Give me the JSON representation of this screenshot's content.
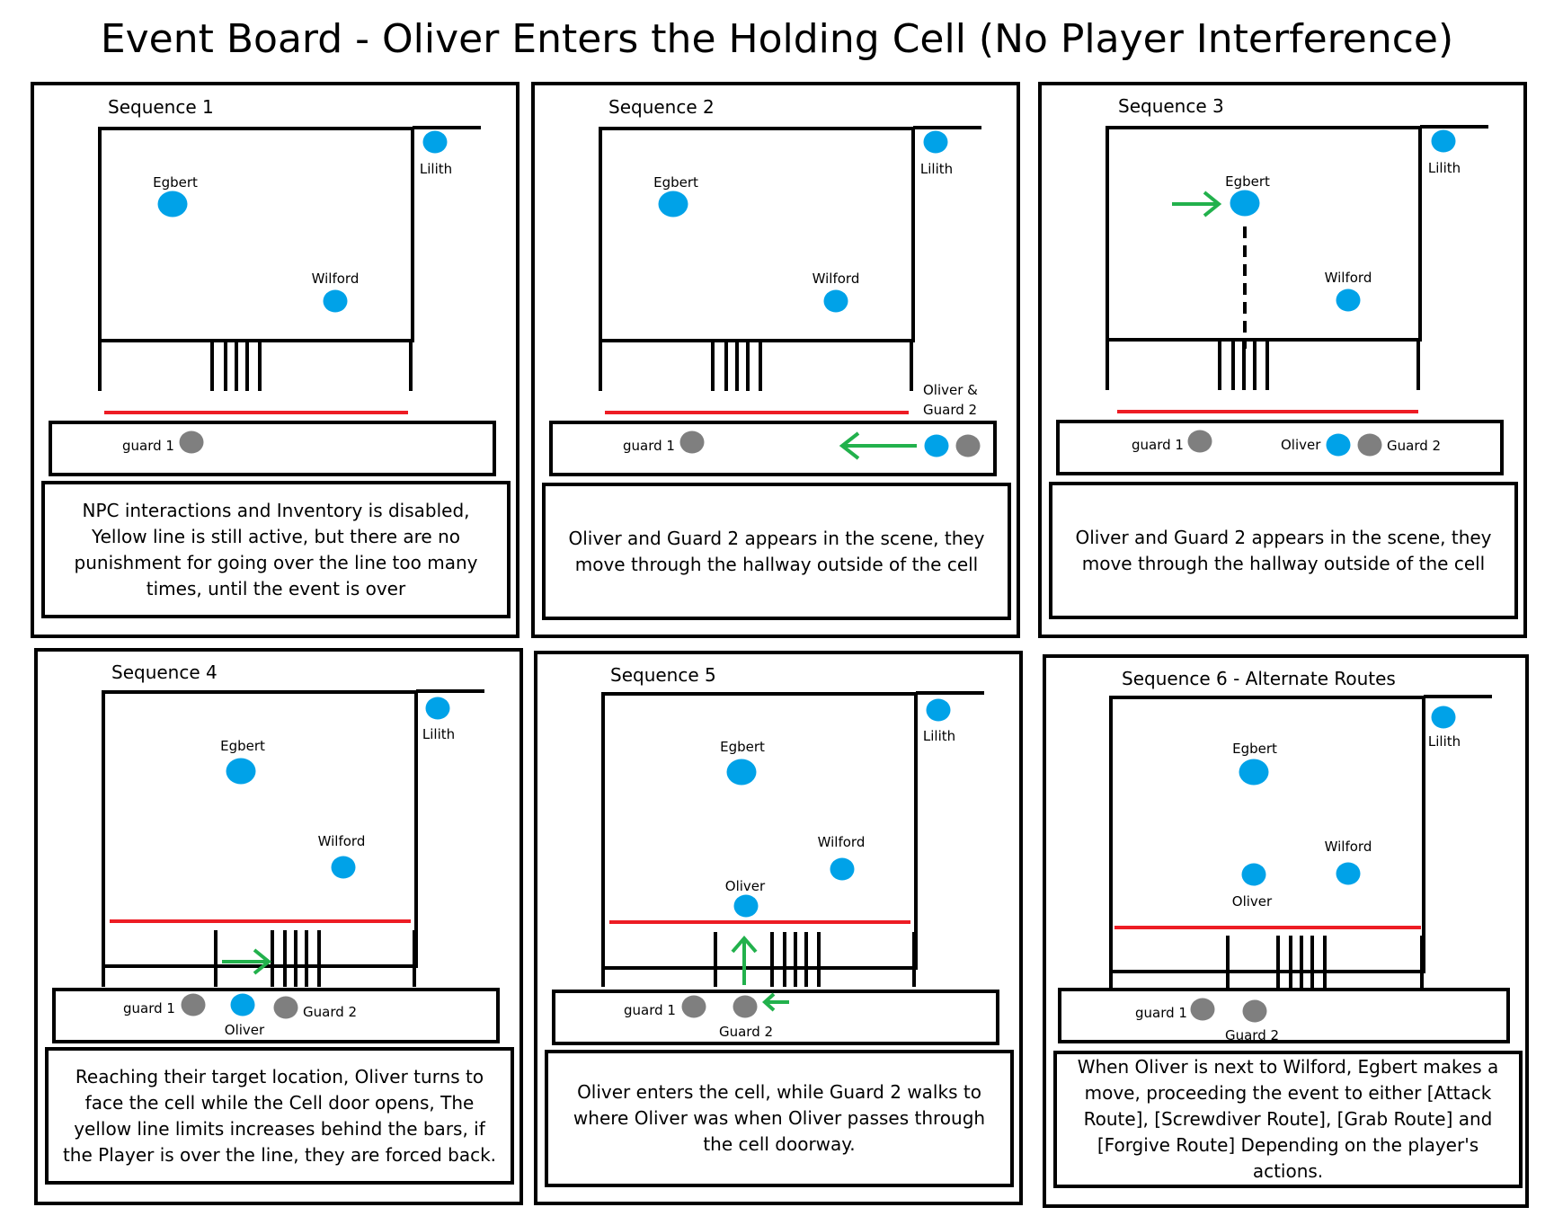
{
  "title": "Event Board - Oliver Enters the Holding Cell (No Player Interference)",
  "colors": {
    "npc_blue": "#00a2e8",
    "guard_gray": "#7f7f7f",
    "line_red": "#ed1c24",
    "arrow_green": "#22b14c",
    "ink": "#000000"
  },
  "icons": {
    "npc": "blue-circle",
    "guard": "gray-circle",
    "move": "green-arrow"
  },
  "sequences": [
    {
      "title": "Sequence 1",
      "labels": {
        "egbert": "Egbert",
        "wilford": "Wilford",
        "lilith": "Lilith",
        "guard1": "guard 1"
      },
      "caption": "NPC interactions and Inventory is disabled, Yellow line is still active, but there are no punishment for going over the line too many times, until the event is over"
    },
    {
      "title": "Sequence 2",
      "labels": {
        "egbert": "Egbert",
        "wilford": "Wilford",
        "lilith": "Lilith",
        "guard1": "guard 1",
        "oliver_guard2_line1": "Oliver &",
        "oliver_guard2_line2": "Guard 2"
      },
      "caption": "Oliver and Guard 2 appears in the scene, they move through the hallway outside of the cell"
    },
    {
      "title": "Sequence 3",
      "labels": {
        "egbert": "Egbert",
        "wilford": "Wilford",
        "lilith": "Lilith",
        "guard1": "guard 1",
        "oliver": "Oliver",
        "guard2": "Guard 2"
      },
      "caption": "Oliver and Guard 2 appears in the scene, they move through the hallway outside of the cell"
    },
    {
      "title": "Sequence 4",
      "labels": {
        "egbert": "Egbert",
        "wilford": "Wilford",
        "lilith": "Lilith",
        "guard1": "guard 1",
        "oliver": "Oliver",
        "guard2": "Guard 2"
      },
      "caption": "Reaching their target location, Oliver turns to face the cell while the Cell door opens, The yellow line limits increases behind the bars, if the Player is over the line, they are forced back."
    },
    {
      "title": "Sequence 5",
      "labels": {
        "egbert": "Egbert",
        "wilford": "Wilford",
        "lilith": "Lilith",
        "guard1": "guard 1",
        "oliver": "Oliver",
        "guard2": "Guard 2"
      },
      "caption": "Oliver enters the cell, while Guard 2 walks to where Oliver was when Oliver passes through the cell doorway."
    },
    {
      "title": "Sequence 6 - Alternate Routes",
      "labels": {
        "egbert": "Egbert",
        "wilford": "Wilford",
        "lilith": "Lilith",
        "guard1": "guard 1",
        "oliver": "Oliver",
        "guard2": "Guard 2"
      },
      "caption": "When Oliver is next to Wilford, Egbert makes a move, proceeding the event to either [Attack Route], [Screwdiver Route], [Grab Route] and [Forgive Route] Depending on the player's actions."
    }
  ]
}
